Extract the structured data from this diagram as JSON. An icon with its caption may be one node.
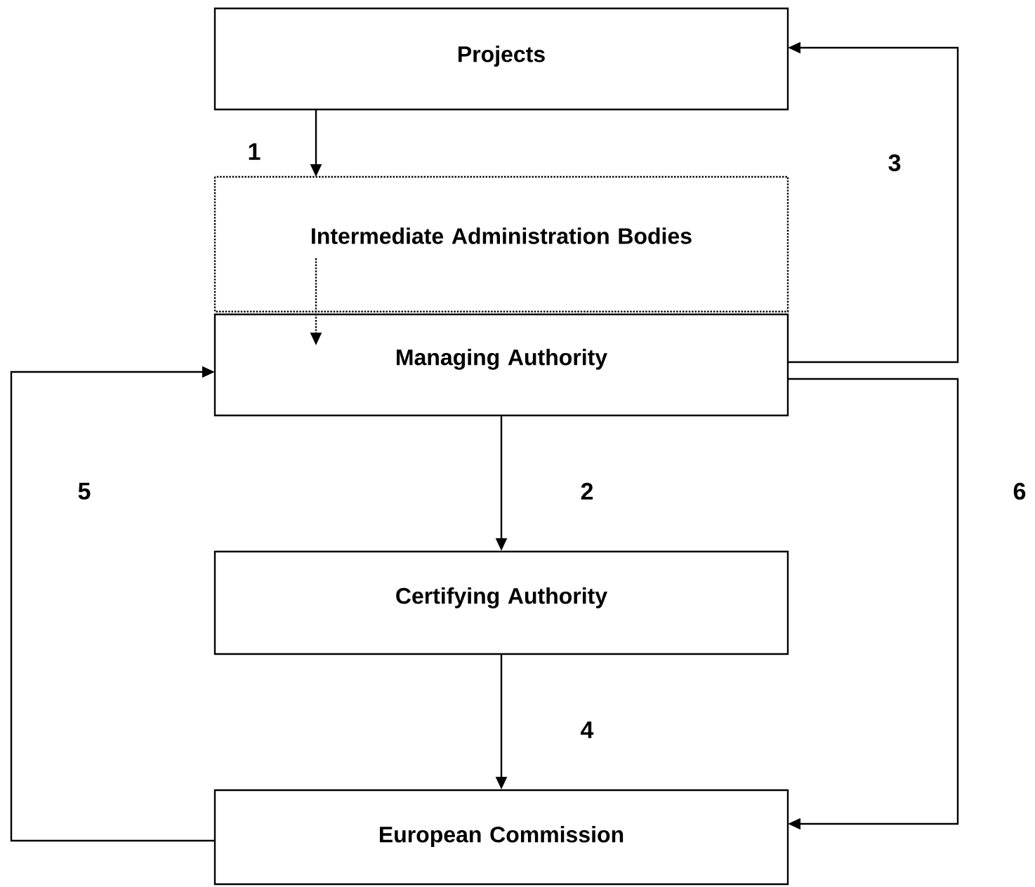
{
  "diagram": {
    "nodes": [
      {
        "text": [
          "Projects"
        ]
      },
      {
        "text": [
          "Intermediate Administration Bodies"
        ]
      },
      {
        "text": [
          "Managing Authority"
        ]
      },
      {
        "text": [
          "Certifying Authority"
        ]
      },
      {
        "text": [
          "European Commission"
        ]
      }
    ],
    "edges": [
      {
        "from": 0,
        "to": 1,
        "arrow": "to",
        "label": "1"
      },
      {
        "from": 1,
        "to": 2,
        "arrow": "to",
        "style": "dashed"
      },
      {
        "from": 2,
        "to": 3,
        "arrow": "to",
        "label": "2"
      },
      {
        "from": 2,
        "to": 0,
        "arrow": "to",
        "label": "3"
      },
      {
        "from": 3,
        "to": 4,
        "arrow": "to",
        "label": "4"
      },
      {
        "from": 4,
        "to": 2,
        "arrow": "to",
        "label": "5"
      },
      {
        "from": 2,
        "to": 4,
        "arrow": "to",
        "label": "6"
      }
    ]
  }
}
